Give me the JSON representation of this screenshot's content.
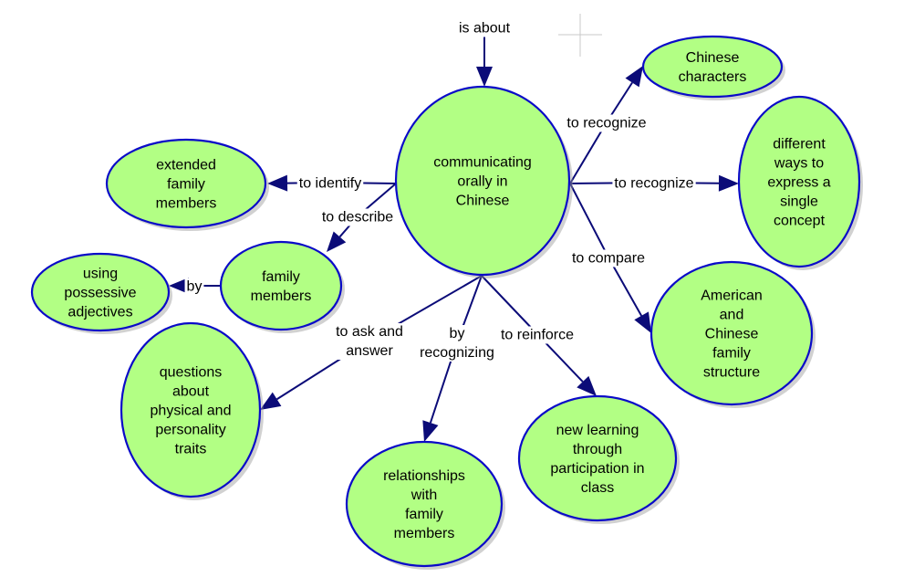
{
  "diagram": {
    "type": "concept-map",
    "colors": {
      "node_fill": "#b2ff84",
      "node_stroke": "#0a0ac8",
      "link": "#0b0b78"
    },
    "root_label": "is about",
    "nodes": [
      {
        "id": "center",
        "lines": [
          "communicating",
          "orally in",
          "Chinese"
        ]
      },
      {
        "id": "chinese-characters",
        "lines": [
          "Chinese",
          "characters"
        ]
      },
      {
        "id": "different-ways",
        "lines": [
          "different",
          "ways to",
          "express a",
          "single",
          "concept"
        ]
      },
      {
        "id": "family-structure",
        "lines": [
          "American",
          "and",
          "Chinese",
          "family",
          "structure"
        ]
      },
      {
        "id": "extended-family",
        "lines": [
          "extended",
          "family",
          "members"
        ]
      },
      {
        "id": "family-members",
        "lines": [
          "family",
          "members"
        ]
      },
      {
        "id": "possessive-adjectives",
        "lines": [
          "using",
          "possessive",
          "adjectives"
        ]
      },
      {
        "id": "questions-traits",
        "lines": [
          "questions",
          "about",
          "physical and",
          "personality",
          "traits"
        ]
      },
      {
        "id": "relationships",
        "lines": [
          "relationships",
          "with",
          "family",
          "members"
        ]
      },
      {
        "id": "new-learning",
        "lines": [
          "new learning",
          "through",
          "participation in",
          "class"
        ]
      }
    ],
    "links": [
      {
        "from": "center",
        "to": "chinese-characters",
        "lines": [
          "to recognize"
        ]
      },
      {
        "from": "center",
        "to": "different-ways",
        "lines": [
          "to recognize"
        ]
      },
      {
        "from": "center",
        "to": "family-structure",
        "lines": [
          "to compare"
        ]
      },
      {
        "from": "center",
        "to": "extended-family",
        "lines": [
          "to identify"
        ]
      },
      {
        "from": "center",
        "to": "family-members",
        "lines": [
          "to describe"
        ]
      },
      {
        "from": "family-members",
        "to": "possessive-adjectives",
        "lines": [
          "by"
        ]
      },
      {
        "from": "center",
        "to": "questions-traits",
        "lines": [
          "to ask and",
          "answer"
        ]
      },
      {
        "from": "center",
        "to": "relationships",
        "lines": [
          "by",
          "recognizing"
        ]
      },
      {
        "from": "center",
        "to": "new-learning",
        "lines": [
          "to reinforce"
        ]
      }
    ]
  }
}
